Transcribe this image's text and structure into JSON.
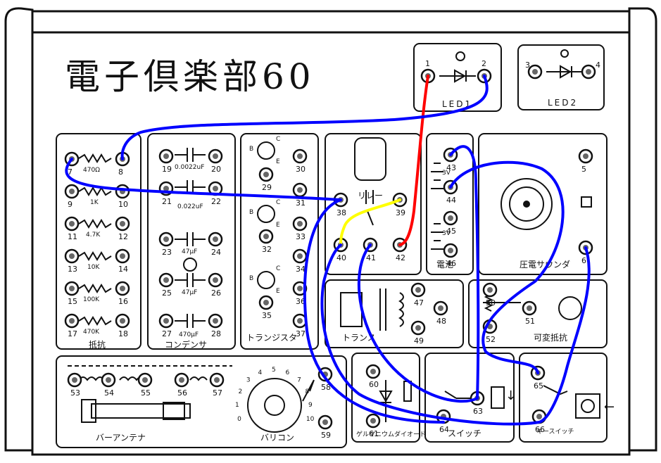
{
  "title": "電子倶楽部60",
  "sections": {
    "led1": "LED1",
    "led2": "LED2",
    "resistor": "抵抗",
    "capacitor": "コンデンサ",
    "transistor": "トランジスタ",
    "relay": "リレー",
    "battery": "電池",
    "buzzer": "圧電サウンダ",
    "transformer": "トランス",
    "variable_resistor": "可変抵抗",
    "bar_antenna": "バーアンテナ",
    "varicon": "バリコン",
    "diode": "ゲルマニウムダイオード",
    "switch": "スイッチ",
    "key_switch": "キースイッチ"
  },
  "values": {
    "r7": "470Ω",
    "r9": "1K",
    "r11": "4.7K",
    "r13": "10K",
    "r15": "100K",
    "r17": "470K",
    "c19": "0.0022uF",
    "c21": "0.022uF",
    "c23": "47μF",
    "c25": "47μF",
    "c27": "470μF",
    "b1": "3V",
    "b2": "3V"
  },
  "terminals": [
    "1",
    "2",
    "3",
    "4",
    "5",
    "6",
    "7",
    "8",
    "9",
    "10",
    "11",
    "12",
    "13",
    "14",
    "15",
    "16",
    "17",
    "18",
    "19",
    "20",
    "21",
    "22",
    "23",
    "24",
    "25",
    "26",
    "27",
    "28",
    "29",
    "30",
    "31",
    "32",
    "33",
    "34",
    "35",
    "36",
    "37",
    "38",
    "39",
    "40",
    "41",
    "42",
    "43",
    "44",
    "45",
    "46",
    "47",
    "48",
    "49",
    "50",
    "51",
    "52",
    "53",
    "54",
    "55",
    "56",
    "57",
    "58",
    "59",
    "60",
    "61",
    "63",
    "64",
    "65",
    "66"
  ],
  "dial_numbers": [
    "0",
    "1",
    "2",
    "3",
    "4",
    "5",
    "6",
    "7",
    "8",
    "9",
    "10"
  ],
  "transistor_pins": [
    "B",
    "C",
    "E"
  ],
  "wires": [
    {
      "color": "#ff0000",
      "from": "1",
      "to": "42"
    },
    {
      "color": "#0000ff",
      "from": "2",
      "to": "8"
    },
    {
      "color": "#0000ff",
      "from": "7",
      "to": "38"
    },
    {
      "color": "#ffff00",
      "from": "39",
      "to": "40"
    },
    {
      "color": "#0000ff",
      "from": "38",
      "to": "64"
    },
    {
      "color": "#0000ff",
      "from": "43",
      "to": "63"
    },
    {
      "color": "#0000ff",
      "from": "44",
      "to": "65"
    },
    {
      "color": "#0000ff",
      "from": "6",
      "to": "66"
    },
    {
      "color": "#0000ff",
      "from": "41",
      "to": "63"
    }
  ],
  "markers": {
    "switch_arrow": "↓",
    "key_arrow": "←"
  }
}
